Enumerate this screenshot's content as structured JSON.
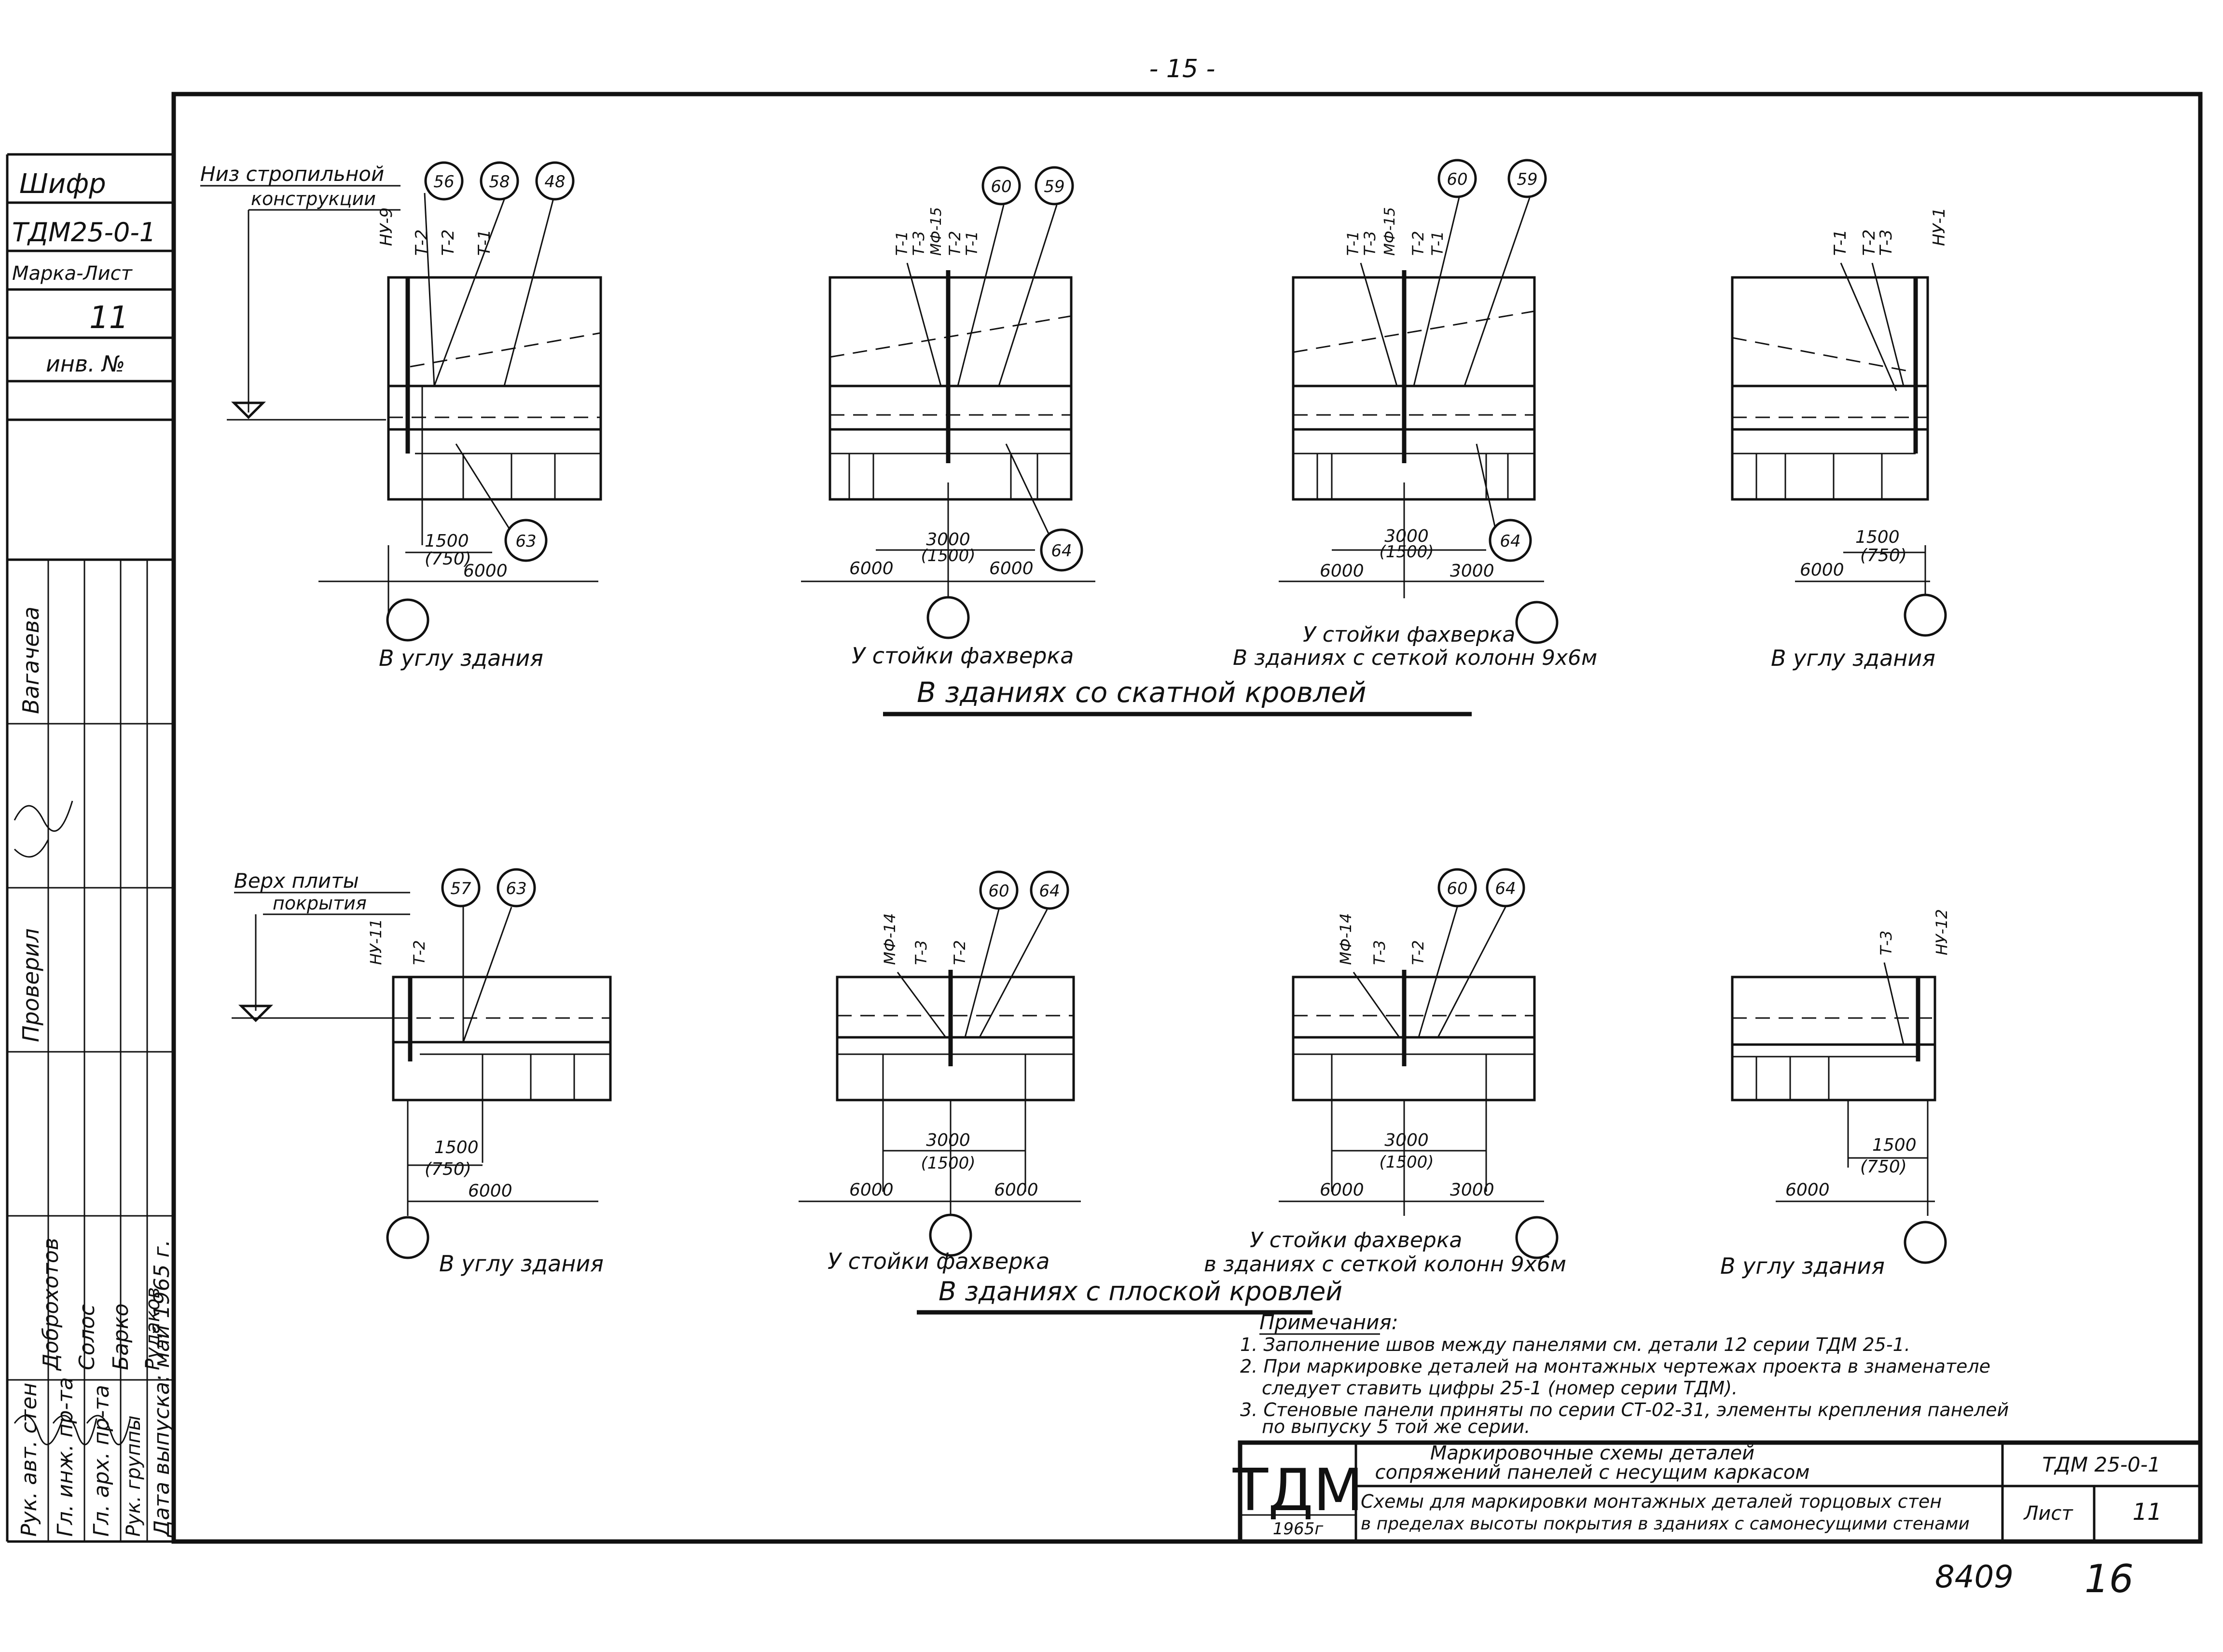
{
  "page_number": "- 15 -",
  "stamp": {
    "shifr_label": "Шифр",
    "shifr_value": "ТДМ25-0-1",
    "marka_list_label": "Марка-Лист",
    "marka_list_value": "11",
    "inv_label": "инв. №",
    "roles": [
      "Рук. авт. стен",
      "Гл. инж. пр-та",
      "Гл. арх. пр-та",
      "Рук. группы",
      "Дата выпуска: май 1965 г."
    ],
    "names_col1": [
      "Доброхотов",
      "Солос",
      "Барко",
      "Рудаков"
    ],
    "names_col2": [
      "Вагачева",
      "",
      "",
      "Проверил"
    ]
  },
  "section_top": {
    "title": "В зданиях   со скатной   кровлей",
    "level_label_1": "Низ стропильной",
    "level_label_2": "конструкции"
  },
  "section_bottom": {
    "title": "В зданиях с плоской кровлей",
    "level_label_1": "Верх плиты",
    "level_label_2": "покрытия"
  },
  "details": [
    {
      "caption": "В углу здания",
      "marks": [
        "НУ-9",
        "Т-2",
        "Т-2",
        "Т-1"
      ],
      "callouts": [
        "56",
        "58",
        "48"
      ],
      "bottom_callout": "63",
      "dims": [
        "1500",
        "(750)",
        "6000"
      ]
    },
    {
      "caption": "У стойки фахверка",
      "marks": [
        "Т-1",
        "Т-3",
        "МФ-15",
        "Т-2",
        "Т-1"
      ],
      "callouts": [
        "60",
        "59"
      ],
      "bottom_callout": "64",
      "dims": [
        "3000",
        "(1500)",
        "6000",
        "6000"
      ]
    },
    {
      "caption_1": "У стойки фахверка",
      "caption_2": "В зданиях с сеткой колонн 9х6м",
      "marks": [
        "Т-1",
        "Т-3",
        "МФ-15",
        "Т-2",
        "Т-1"
      ],
      "callouts": [
        "60",
        "59"
      ],
      "bottom_callout": "64",
      "dims": [
        "3000",
        "(1500)",
        "6000",
        "3000"
      ]
    },
    {
      "caption": "В углу здания",
      "marks": [
        "Т-1",
        "Т-2",
        "Т-3",
        "НУ-1"
      ],
      "dims": [
        "1500",
        "(750)",
        "6000"
      ]
    },
    {
      "caption": "В углу здания",
      "marks": [
        "НУ-11",
        "Т-2"
      ],
      "callouts": [
        "57",
        "63"
      ],
      "dims": [
        "1500",
        "(750)",
        "6000"
      ]
    },
    {
      "caption": "У стойки фахверка",
      "marks": [
        "МФ-14",
        "Т-3",
        "Т-2"
      ],
      "callouts": [
        "60",
        "64"
      ],
      "dims": [
        "3000",
        "(1500)",
        "6000",
        "6000"
      ]
    },
    {
      "caption_1": "У стойки фахверка",
      "caption_2": "в зданиях с сеткой колонн  9х6м",
      "marks": [
        "МФ-14",
        "Т-3",
        "Т-2"
      ],
      "callouts": [
        "60",
        "64"
      ],
      "dims": [
        "3000",
        "(1500)",
        "6000",
        "3000"
      ]
    },
    {
      "caption": "В углу здания",
      "marks": [
        "Т-3",
        "НУ-12"
      ],
      "dims": [
        "1500",
        "(750)",
        "6000"
      ]
    }
  ],
  "notes": {
    "title": "Примечания:",
    "items": [
      "1. Заполнение швов между панелями см. детали 12 серии ТДМ 25-1.",
      "2. При маркировке деталей на монтажных чертежах проекта в знаменателе",
      "следует ставить цифры 25-1 (номер серии ТДМ).",
      "3. Стеновые панели приняты по серии СТ-02-31, элементы крепления панелей",
      "по выпуску 5 той же серии."
    ]
  },
  "title_block": {
    "logo": "ТДМ",
    "year": "1965г",
    "title_1": "Маркировочные схемы деталей",
    "title_2": "сопряжений панелей с несущим каркасом",
    "sub_1": "Схемы для маркировки монтажных деталей торцовых стен",
    "sub_2": "в пределах высоты покрытия в зданиях с самонесущими стенами",
    "code": "ТДМ 25-0-1",
    "sheet_label": "Лист",
    "sheet_value": "11"
  },
  "footer_numbers": {
    "left": "8409",
    "right": "16"
  }
}
